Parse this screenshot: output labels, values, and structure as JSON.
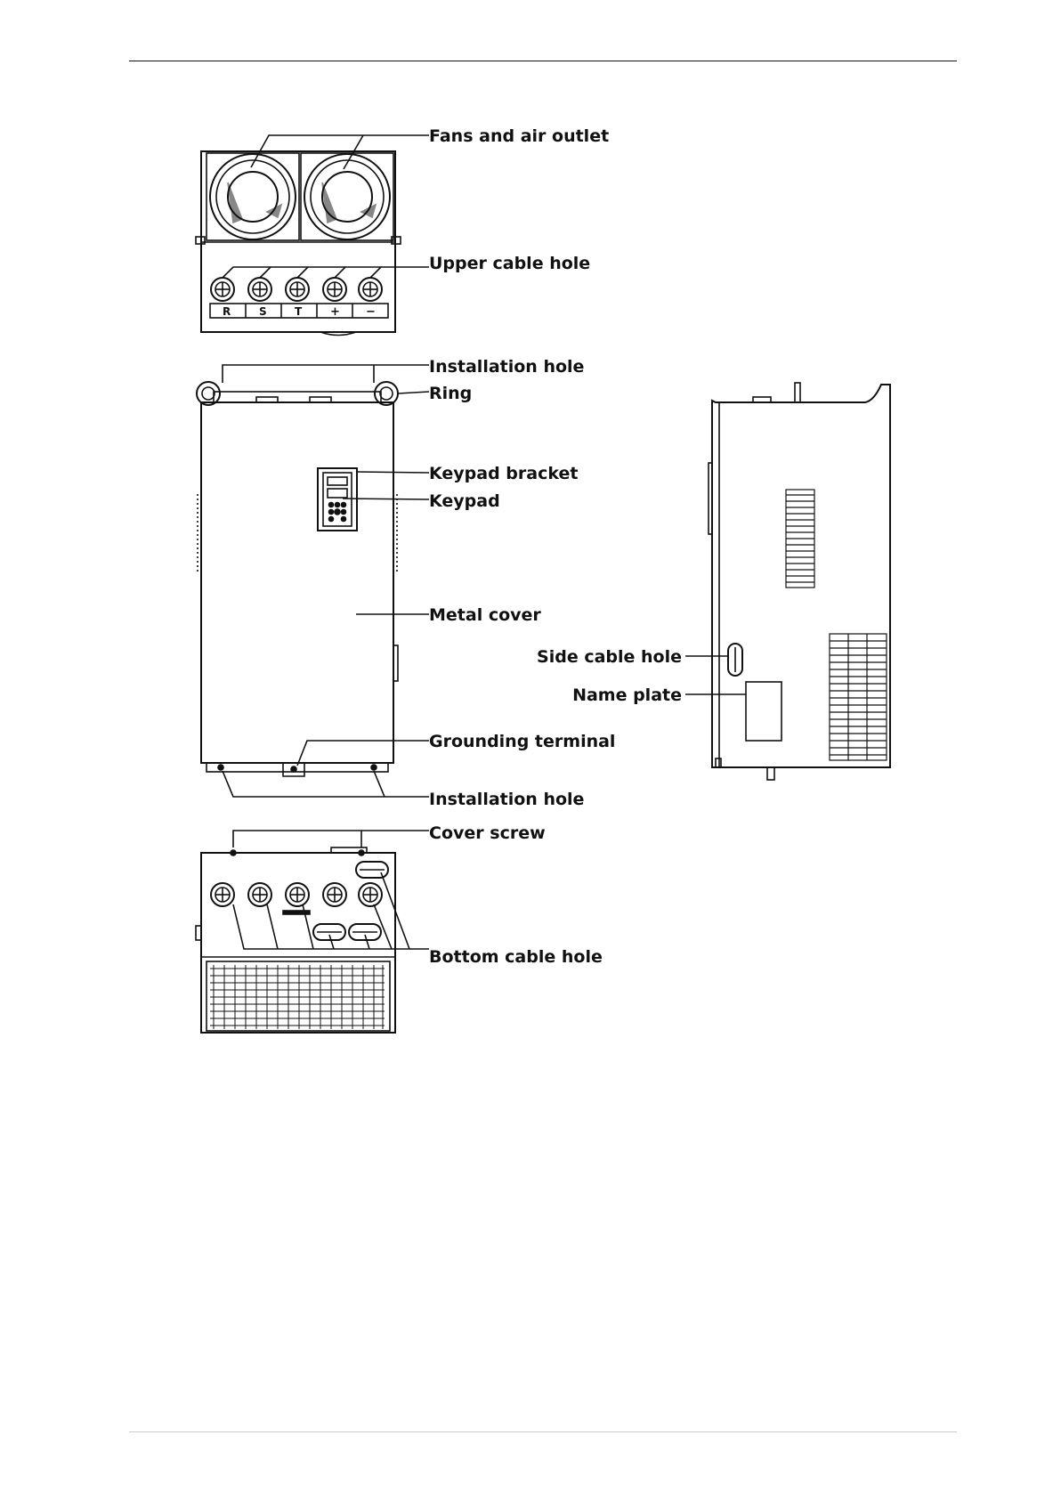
{
  "labels": {
    "fans_air_outlet": "Fans and air outlet",
    "upper_cable_hole": "Upper cable hole",
    "installation_hole_top": "Installation hole",
    "ring": "Ring",
    "keypad_bracket": "Keypad bracket",
    "keypad": "Keypad",
    "metal_cover": "Metal cover",
    "grounding_terminal": "Grounding terminal",
    "installation_hole_bottom": "Installation hole",
    "cover_screw": "Cover screw",
    "bottom_cable_hole": "Bottom cable hole",
    "side_cable_hole": "Side cable hole",
    "name_plate": "Name plate"
  },
  "terminals": [
    "R",
    "S",
    "T",
    "+",
    "−"
  ]
}
